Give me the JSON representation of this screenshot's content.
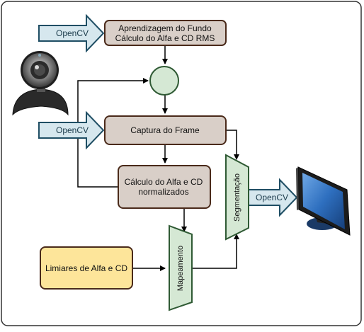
{
  "boxes": {
    "aprendizagem": {
      "line1": "Aprendizagem do Fundo",
      "line2": "Cálculo do Alfa e CD RMS"
    },
    "captura": {
      "label": "Captura do Frame"
    },
    "calculo": {
      "line1": "Cálculo do Alfa e CD",
      "line2": "normalizados"
    },
    "limiares": {
      "label": "Limiares de Alfa e CD"
    },
    "mapeamento": {
      "label": "Mapeamento"
    },
    "segmentacao": {
      "label": "Segmentação"
    }
  },
  "arrows": {
    "opencv_top": "OpenCV",
    "opencv_mid": "OpenCV",
    "opencv_out": "OpenCV"
  },
  "icons": {
    "webcam": "webcam-icon",
    "monitor": "monitor-icon"
  },
  "colors": {
    "process_fill": "#d9cfc8",
    "process_stroke": "#4a2a1a",
    "threshold_fill": "#fde59a",
    "threshold_stroke": "#4a2a1a",
    "trapezoid_fill": "#d5e8d4",
    "trapezoid_stroke": "#2f5a34",
    "opencv_fill": "#d6e7ee",
    "opencv_stroke": "#1f4e64",
    "circle_fill": "#d5e8d4",
    "circle_stroke": "#2f5a34"
  }
}
